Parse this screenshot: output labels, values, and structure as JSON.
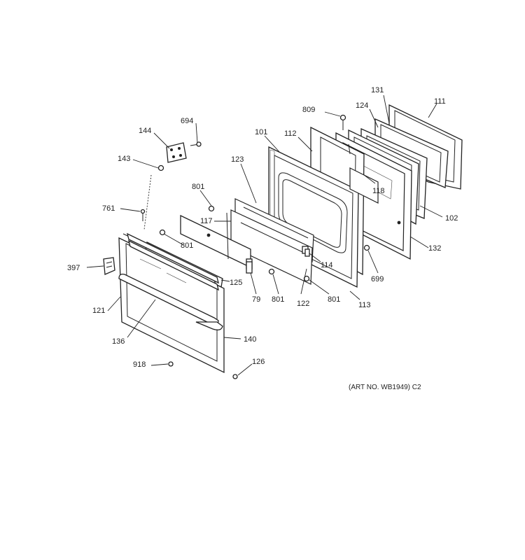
{
  "labels": {
    "p111": "111",
    "p131": "131",
    "p124": "124",
    "p809": "809",
    "p101": "101",
    "p112": "112",
    "p694": "694",
    "p144": "144",
    "p143": "143",
    "p123": "123",
    "p118": "118",
    "p801a": "801",
    "p761": "761",
    "p117": "117",
    "p102": "102",
    "p801b": "801",
    "p132": "132",
    "p397": "397",
    "p114": "114",
    "p699": "699",
    "p125": "125",
    "p79": "79",
    "p801c": "801",
    "p122": "122",
    "p801d": "801",
    "p113": "113",
    "p121": "121",
    "p136": "136",
    "p140": "140",
    "p918": "918",
    "p126": "126"
  },
  "art_note": "(ART NO. WB1949) C2"
}
